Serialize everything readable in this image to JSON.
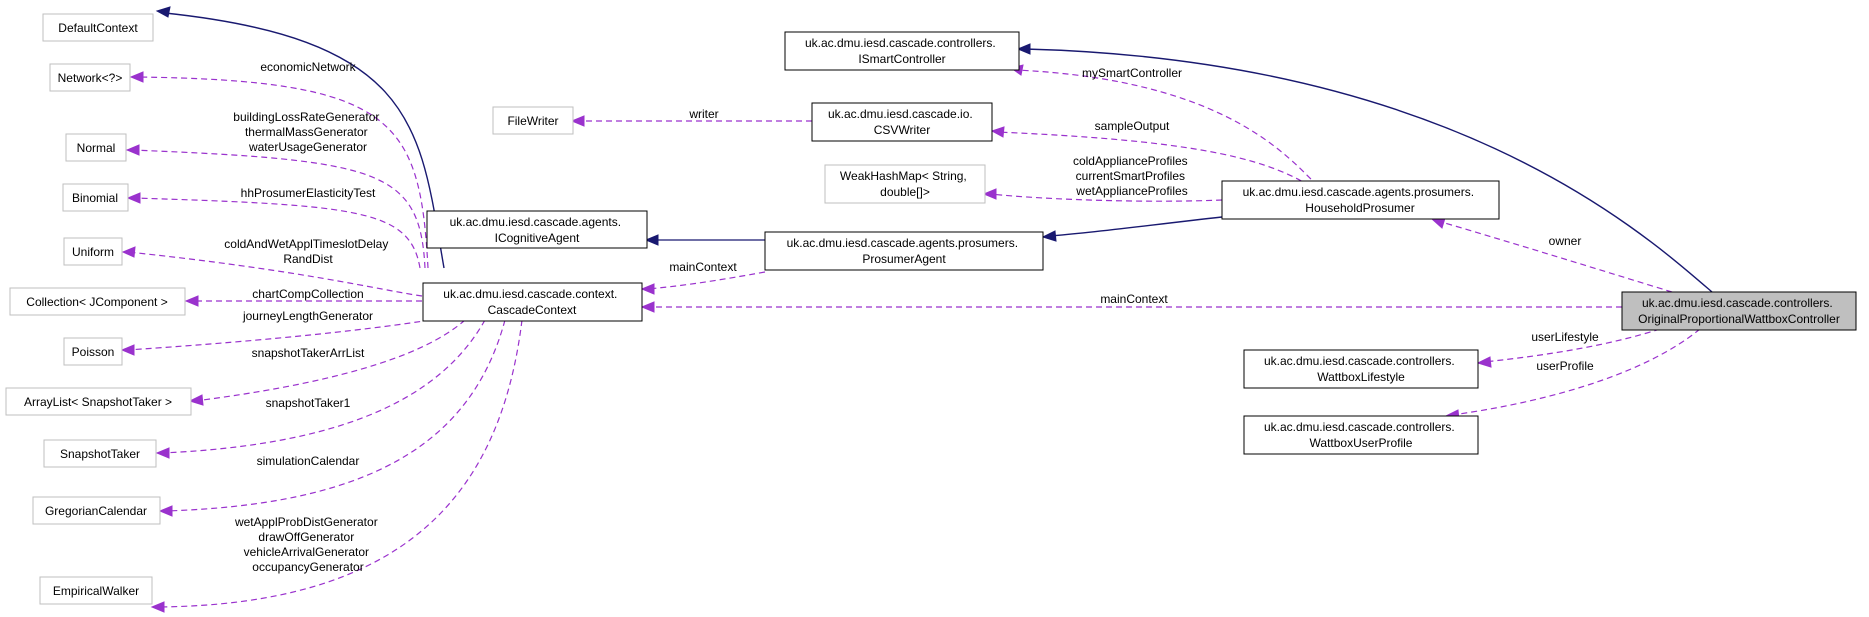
{
  "nodes": {
    "default_context": [
      "DefaultContext"
    ],
    "network": [
      "Network<?>"
    ],
    "normal": [
      "Normal"
    ],
    "binomial": [
      "Binomial"
    ],
    "uniform": [
      "Uniform"
    ],
    "collection": [
      "Collection< JComponent >"
    ],
    "poisson": [
      "Poisson"
    ],
    "arraylist": [
      "ArrayList< SnapshotTaker >"
    ],
    "snapshot_taker": [
      "SnapshotTaker"
    ],
    "gregorian_calendar": [
      "GregorianCalendar"
    ],
    "empirical_walker": [
      "EmpiricalWalker"
    ],
    "cascade_context": [
      "uk.ac.dmu.iesd.cascade.context.",
      "CascadeContext"
    ],
    "icognitive_agent": [
      "uk.ac.dmu.iesd.cascade.agents.",
      "ICognitiveAgent"
    ],
    "file_writer": [
      "FileWriter"
    ],
    "csv_writer": [
      "uk.ac.dmu.iesd.cascade.io.",
      "CSVWriter"
    ],
    "ismart_controller": [
      "uk.ac.dmu.iesd.cascade.controllers.",
      "ISmartController"
    ],
    "weak_hashmap": [
      "WeakHashMap< String,",
      "double[]>"
    ],
    "prosumer_agent": [
      "uk.ac.dmu.iesd.cascade.agents.prosumers.",
      "ProsumerAgent"
    ],
    "household_prosumer": [
      "uk.ac.dmu.iesd.cascade.agents.prosumers.",
      "HouseholdProsumer"
    ],
    "original_controller": [
      "uk.ac.dmu.iesd.cascade.controllers.",
      "OriginalProportionalWattboxController"
    ],
    "wattbox_lifestyle": [
      "uk.ac.dmu.iesd.cascade.controllers.",
      "WattboxLifestyle"
    ],
    "wattbox_user_profile": [
      "uk.ac.dmu.iesd.cascade.controllers.",
      "WattboxUserProfile"
    ]
  },
  "edge_labels": {
    "economic_network": [
      "economicNetwork"
    ],
    "generators_normal": [
      "buildingLossRateGenerator",
      "thermalMassGenerator",
      "waterUsageGenerator"
    ],
    "hh_prosumer_elasticity": [
      "hhProsumerElasticityTest"
    ],
    "cold_and_wet": [
      "coldAndWetApplTimeslotDelay",
      "RandDist"
    ],
    "chart_comp": [
      "chartCompCollection"
    ],
    "journey_length": [
      "journeyLengthGenerator"
    ],
    "snapshot_arr": [
      "snapshotTakerArrList"
    ],
    "snapshot_taker1": [
      "snapshotTaker1"
    ],
    "simulation_calendar": [
      "simulationCalendar"
    ],
    "empirical_generators": [
      "wetApplProbDistGenerator",
      "drawOffGenerator",
      "vehicleArrivalGenerator",
      "occupancyGenerator"
    ],
    "writer": [
      "writer"
    ],
    "my_smart_controller": [
      "mySmartController"
    ],
    "sample_output": [
      "sampleOutput"
    ],
    "profiles": [
      "coldApplianceProfiles",
      "currentSmartProfiles",
      "wetApplianceProfiles"
    ],
    "main_context_prosumer": [
      "mainContext"
    ],
    "main_context_controller": [
      "mainContext"
    ],
    "owner": [
      "owner"
    ],
    "user_lifestyle": [
      "userLifestyle"
    ],
    "user_profile": [
      "userProfile"
    ]
  },
  "colors": {
    "association_edge": "#9a32cd",
    "inheritance_edge": "#191970",
    "focus_node_fill": "#bfbfbf",
    "external_node_border": "#bfbfbf"
  }
}
